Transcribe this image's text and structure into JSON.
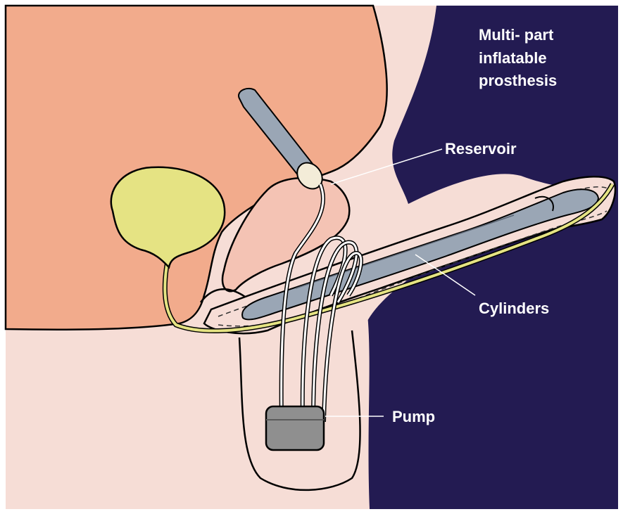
{
  "title_lines": [
    "Multi- part",
    "inflatable",
    "prosthesis"
  ],
  "labels": {
    "reservoir": "Reservoir",
    "cylinders": "Cylinders",
    "pump": "Pump"
  },
  "colors": {
    "background_dark": "#231b52",
    "skin_light": "#f6ddd6",
    "abdominal_tissue": "#f2ab8c",
    "prostate_tissue": "#f4c3b4",
    "bladder": "#e5e383",
    "device_gray": "#9aa6b5",
    "pump_gray": "#8f8f8f",
    "outline": "#000000",
    "leader_line": "#ffffff"
  }
}
